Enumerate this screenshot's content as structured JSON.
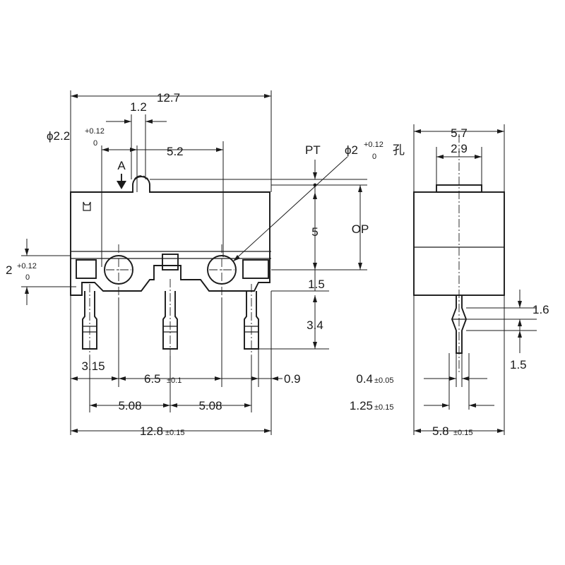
{
  "front_view": {
    "width_top": "12.7",
    "actuator_width": "1.2",
    "hole_dia": "ϕ2.2",
    "hole_tol_plus": "+0.12",
    "hole_tol_zero": "0",
    "hole_spacing": "5.2",
    "actuator_mark": "A",
    "pt_label": "PT",
    "mount_hole": "ϕ2",
    "mount_hole_tol_plus": "+0.12",
    "mount_hole_tol_zero": "0",
    "mount_hole_suffix": "孔",
    "op_label": "OP",
    "op_value": "5",
    "base_offset": "1.5",
    "terminal_length": "3.4",
    "slot_height": "2",
    "slot_tol_plus": "+0.12",
    "slot_tol_zero": "0",
    "left_offset": "3.15",
    "hole_center_span": "6.5",
    "hole_center_tol": "±0.1",
    "right_offset": "0.9",
    "pitch_left": "5.08",
    "pitch_right": "5.08",
    "total_width": "12.8",
    "total_width_tol": "±0.15"
  },
  "side_view": {
    "width_top": "5.7",
    "button_width": "2.9",
    "terminal_thickness": "0.4",
    "terminal_thickness_tol": "±0.05",
    "terminal_width": "1.25",
    "terminal_width_tol": "±0.15",
    "total_width": "5.8",
    "total_width_tol": "±0.15",
    "bend_height": "1.6",
    "bend_offset": "1.5"
  }
}
